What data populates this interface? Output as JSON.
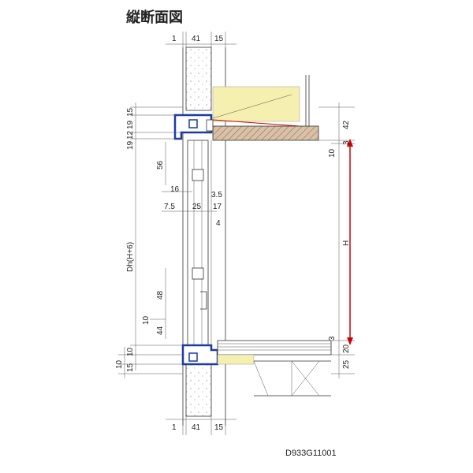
{
  "title": "縦断面図",
  "drawing_code": "D933G11001",
  "colors": {
    "frame_blue": "#1a3aa8",
    "glass_yellow": "#f5f0b0",
    "arrow_red": "#d00000",
    "wood_hatch": "#c9a98a",
    "floor_stripe": "#d9c7a8"
  },
  "dims": {
    "top_1": "1",
    "top_41": "41",
    "top_15": "15",
    "bot_1": "1",
    "bot_41": "41",
    "bot_15": "15",
    "l_15": "15",
    "l_19": "19",
    "l_12": "12",
    "l_19b": "19",
    "l_56": "56",
    "l_16": "16",
    "l_3_5": "3.5",
    "l_7_5": "7.5",
    "l_25": "25",
    "l_17": "17",
    "l_4": "4",
    "l_dh": "Dh(H+6)",
    "l_48": "48",
    "l_10": "10",
    "l_44": "44",
    "l_10b": "10",
    "l_10c": "10",
    "l_15b": "15",
    "r_42": "42",
    "r_3": "3",
    "r_10": "10",
    "r_h": "H",
    "r_3b": "3",
    "r_20": "20",
    "r_25": "25"
  }
}
